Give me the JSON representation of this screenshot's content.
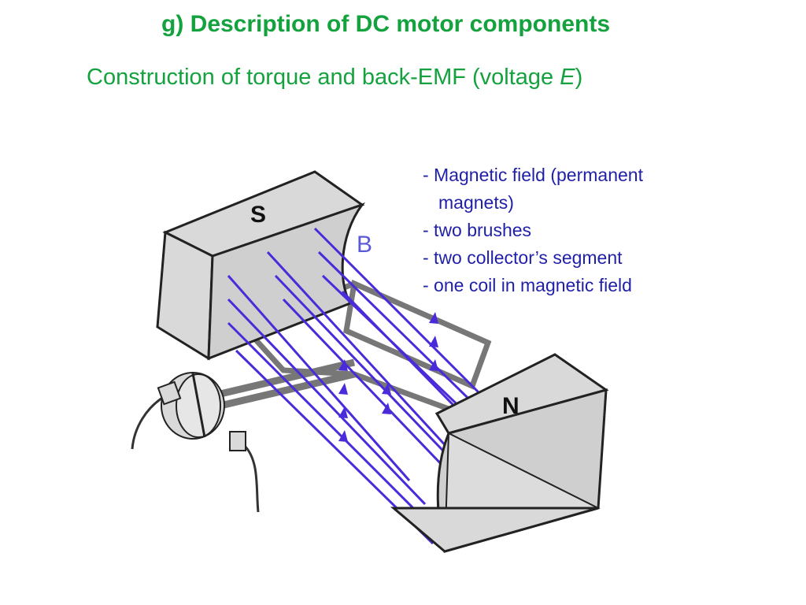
{
  "title": "g) Description of DC motor components",
  "subtitle": {
    "text": "Construction of torque and back-EMF (voltage ",
    "variable": "E",
    "suffix": ")"
  },
  "components": [
    "- Magnetic field (permanent",
    "magnets)",
    "- two brushes",
    "- two collector’s segment",
    "- one coil in magnetic field"
  ],
  "diagram": {
    "south_pole_label": "S",
    "north_pole_label": "N",
    "field_label": "B"
  },
  "colors": {
    "heading": "#14a23e",
    "field_lines": "#4b2bd9",
    "field_label": "#5a5ad8",
    "magnet_fill": "#d9d9d9",
    "outline": "#222222"
  }
}
